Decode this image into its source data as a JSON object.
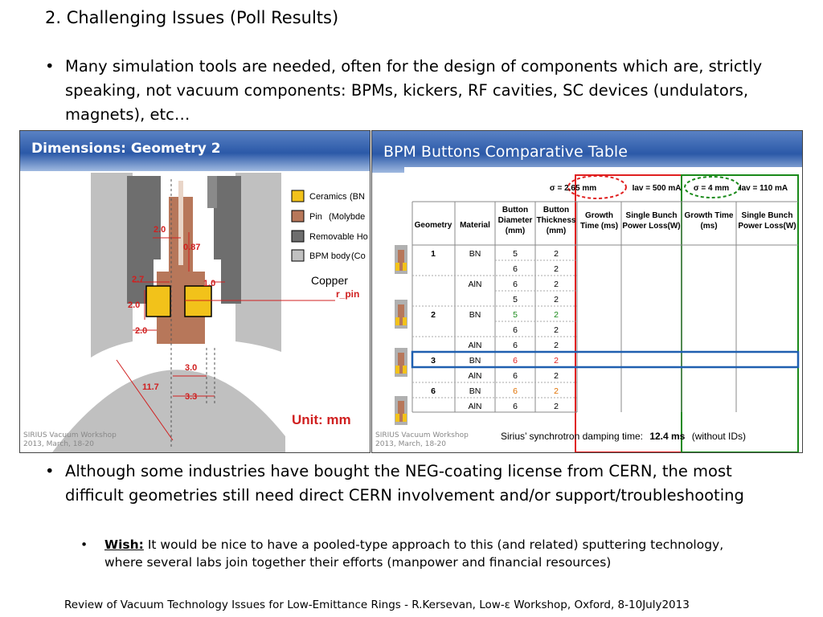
{
  "slide": {
    "title": "2. Challenging Issues (Poll Results)",
    "bullet1": "Many simulation tools are needed, often for the design of components which are, strictly speaking, not vacuum components: BPMs, kickers, RF cavities, SC devices (undulators, magnets), etc…",
    "bullet2": "Although some industries have bought the NEG-coating license from CERN, the most difficult geometries still need direct CERN involvement and/or support/troubleshooting",
    "sub_label": "Wish:",
    "sub_text": "It would be nice to have a pooled-type approach to this (and related) sputtering technology, where several labs join together their efforts (manpower and financial resources)",
    "footer": "Review of Vacuum Technology Issues for Low-Emittance Rings - R.Kersevan, Low-ε Workshop, Oxford, 8-10July2013",
    "bullet_char": "•"
  },
  "left_panel": {
    "title": "Dimensions: Geometry 2",
    "legend": [
      {
        "label": "Ceramics",
        "note": "(BN",
        "color": "#f2c21a"
      },
      {
        "label": "Pin",
        "note": "(Molybde",
        "color": "#b7775a"
      },
      {
        "label": "Removable Ho",
        "note": "",
        "color": "#6e6e6e"
      },
      {
        "label": "BPM body",
        "note": "(Co",
        "color": "#c0c0c0"
      }
    ],
    "copper": "Copper",
    "rpin": "r_pin",
    "dims": [
      "2.0",
      "0.87",
      "2.7",
      "1.0",
      "2.0",
      "2.0",
      "3.0",
      "11.7",
      "3.3"
    ],
    "unit": "Unit: mm",
    "credit_line1": "SIRIUS  Vacuum Workshop",
    "credit_line2": "2013, March,  18-20"
  },
  "right_panel": {
    "title": "BPM Buttons Comparative Table",
    "sigma1": "σ = 2.65 mm",
    "iav1": "Iav = 500 mA",
    "sigma2": "σ  = 4 mm",
    "iav2": "Iav = 110 mA",
    "headers": [
      "Geometry",
      "Material",
      "Button Diameter (mm)",
      "Button Thickness (mm)",
      "Growth Time (ms)",
      "Single Bunch Power Loss(W)",
      "Growth Time (ms)",
      "Single Bunch Power Loss(W)"
    ],
    "rows": [
      {
        "geo": "1",
        "mat": "BN",
        "dia": "5",
        "thk": "2"
      },
      {
        "geo": "",
        "mat": "",
        "dia": "6",
        "thk": "2"
      },
      {
        "geo": "",
        "mat": "AlN",
        "dia": "6",
        "thk": "2"
      },
      {
        "geo": "",
        "mat": "",
        "dia": "5",
        "thk": "2"
      },
      {
        "geo": "2",
        "mat": "BN",
        "dia": "5",
        "thk": "2"
      },
      {
        "geo": "",
        "mat": "",
        "dia": "6",
        "thk": "2"
      },
      {
        "geo": "",
        "mat": "AlN",
        "dia": "6",
        "thk": "2"
      },
      {
        "geo": "3",
        "mat": "BN",
        "dia": "6",
        "thk": "2"
      },
      {
        "geo": "",
        "mat": "AlN",
        "dia": "6",
        "thk": "2"
      },
      {
        "geo": "6",
        "mat": "BN",
        "dia": "6",
        "thk": "2"
      },
      {
        "geo": "",
        "mat": "AlN",
        "dia": "6",
        "thk": "2"
      }
    ],
    "row_colors": [
      "#000",
      "#000",
      "#000",
      "#000",
      "#1a8a1a",
      "#000",
      "#000",
      "#e02020",
      "#000",
      "#e07000",
      "#000"
    ],
    "damping_prefix": "Sirius’  synchrotron  damping  time:",
    "damping_value": "12.4 ms",
    "damping_suffix": "(without  IDs)",
    "credit_line1": "SIRIUS  Vacuum Workshop",
    "credit_line2": "2013, March,  18-20"
  }
}
